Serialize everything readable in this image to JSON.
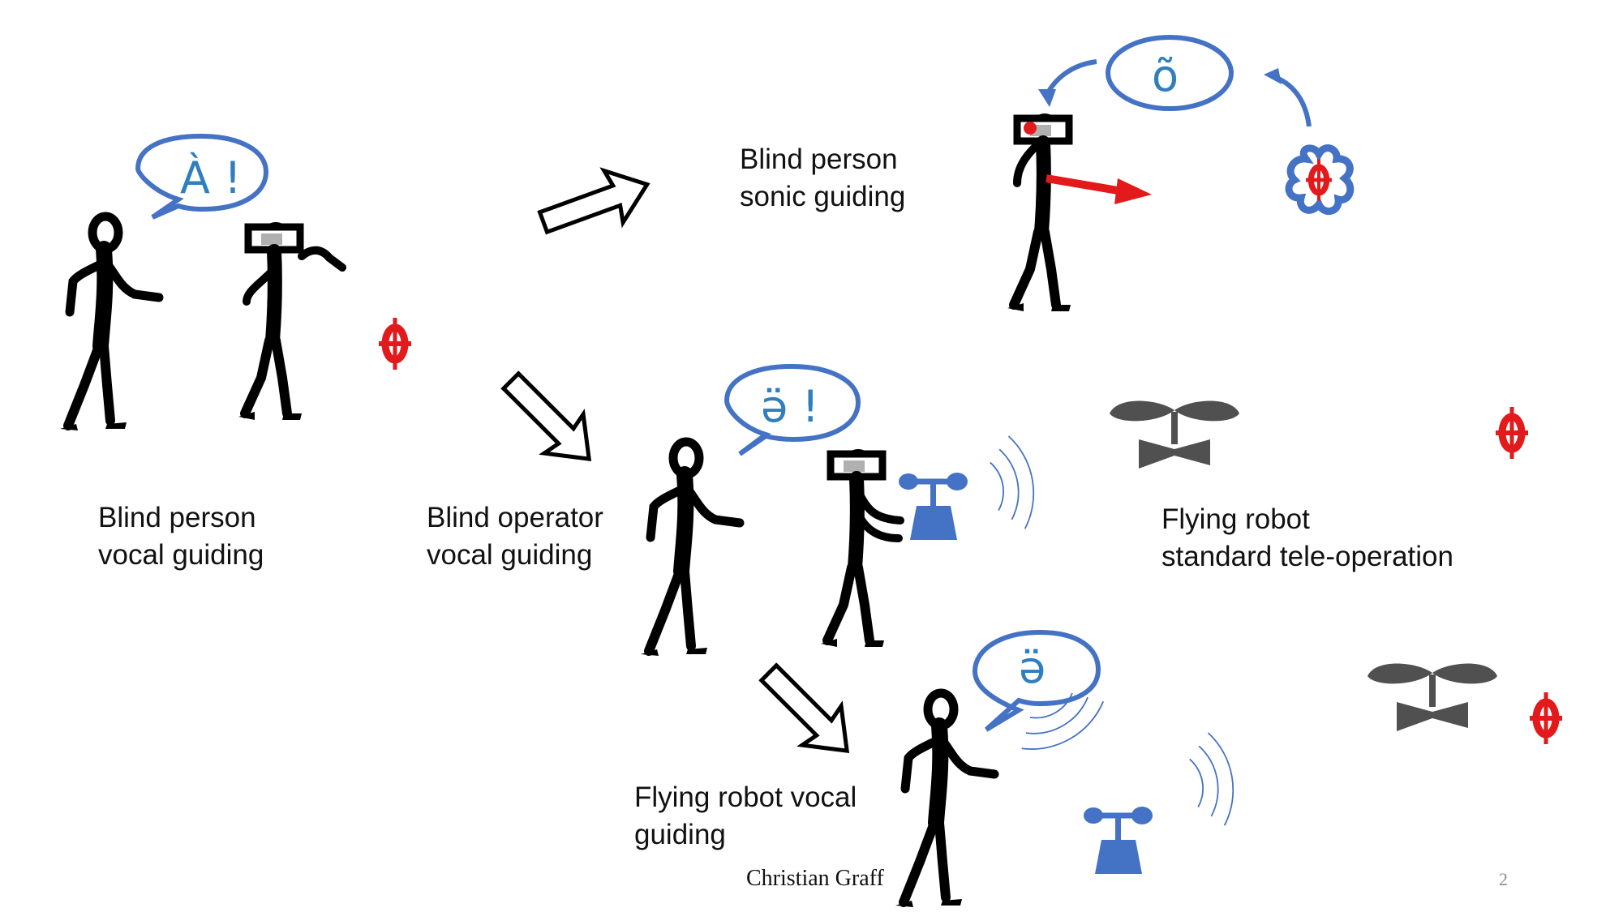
{
  "labels": {
    "blind_person_vocal": [
      "Blind person",
      "vocal guiding"
    ],
    "blind_operator_vocal": [
      "Blind operator",
      "vocal guiding"
    ],
    "blind_person_sonic": [
      "Blind person",
      "sonic guiding"
    ],
    "flying_robot_teleop": [
      "Flying robot",
      "standard tele-operation"
    ],
    "flying_robot_vocal": [
      "Flying robot vocal",
      "guiding"
    ]
  },
  "bubbles": {
    "a_exclaim": "À !",
    "schwa_exclaim": "ə̈ !",
    "o_tilde": "õ",
    "schwa": "ə̈"
  },
  "footer": {
    "author": "Christian Graff",
    "page_number": "2"
  },
  "colors": {
    "bubble_outline": "#4472c4",
    "bubble_text": "#2f7fbf",
    "target_red": "#e31a1c",
    "remote_blue": "#4472c4",
    "drone_gray": "#505050",
    "figure_black": "#000000"
  }
}
